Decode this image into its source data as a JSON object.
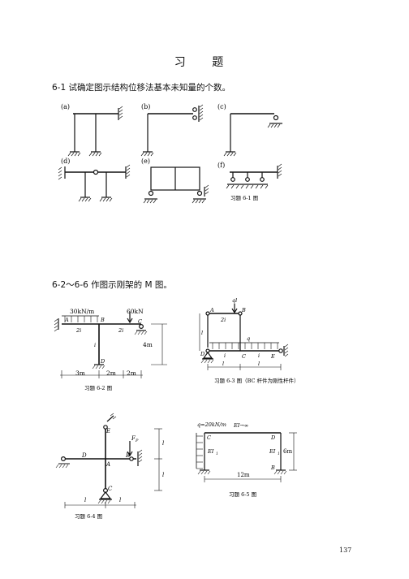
{
  "title": "习  题",
  "q1": {
    "text": "6-1 试确定图示结构位移法基本未知量的个数。",
    "labels": [
      "(a)",
      "(b)",
      "(c)",
      "(d)",
      "(e)",
      "(f)"
    ],
    "caption": "习题 6-1 图"
  },
  "q2": {
    "text": "6-2～6-6 作图示刚架的 M 图。"
  },
  "f62": {
    "load_q": "30kN/m",
    "load_P": "60kN",
    "A": "A",
    "B": "B",
    "C": "C",
    "D": "D",
    "ei1": "2i",
    "ei2": "2i",
    "ei3": "i",
    "h": "4m",
    "d1": "3m",
    "d2": "2m",
    "d3": "2m",
    "caption": "习题 6-2 图"
  },
  "f63": {
    "ql": "ql",
    "q": "q",
    "A": "A",
    "B": "B",
    "C": "C",
    "D": "D",
    "E": "E",
    "ei_top": "2i",
    "i1": "i",
    "i2": "i",
    "h": "l",
    "d1": "l",
    "d2": "l",
    "caption": "习题 6-3 图（BC 杆件为刚性杆件）"
  },
  "f64": {
    "E": "E",
    "D": "D",
    "A": "A",
    "B": "B",
    "C": "C",
    "F": "F",
    "Fsub": "P",
    "l1": "l",
    "l2": "l",
    "l3": "l",
    "l4": "l",
    "caption": "习题 6-4 图"
  },
  "f65": {
    "q": "q=20kN/m",
    "EI_top": "EI→∞",
    "C": "C",
    "D": "D",
    "B": "B",
    "EI_l": "EI",
    "EI_r": "EI",
    "sub1": "1",
    "sub2": "1",
    "h": "6m",
    "w": "12m",
    "caption": "习题 6-5 图"
  },
  "page_number": "137"
}
